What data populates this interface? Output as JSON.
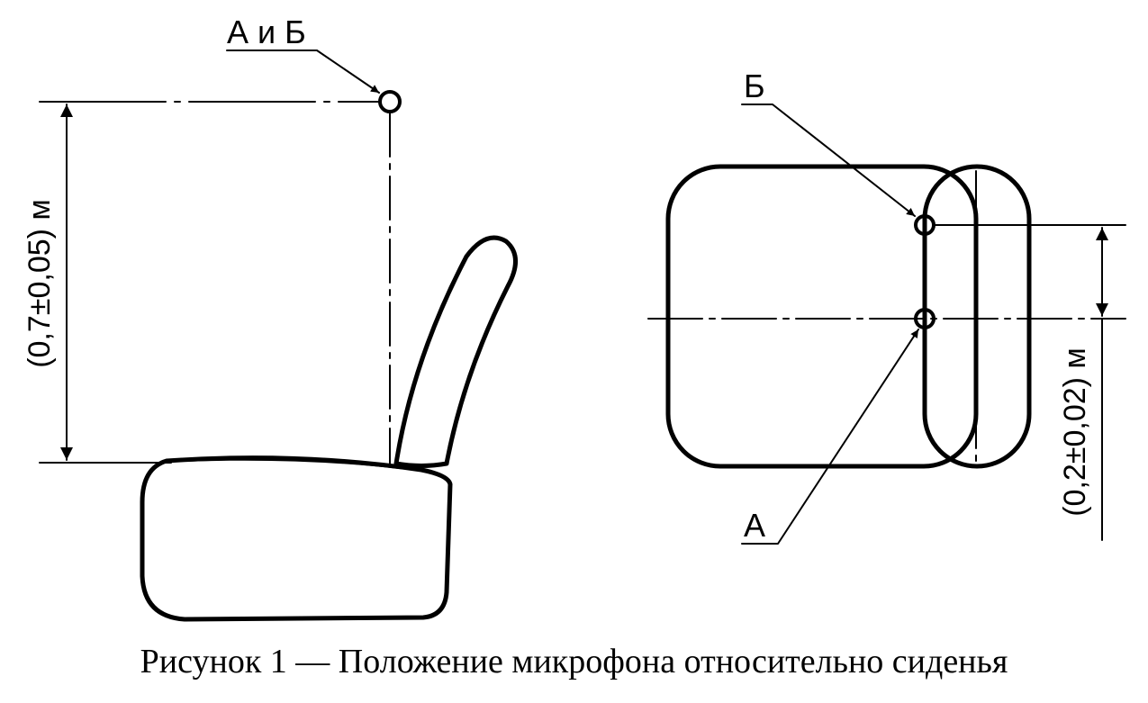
{
  "side_view": {
    "label_ab": "А и Б",
    "height_dim": "(0,7±0,05) м"
  },
  "top_view": {
    "label_b": "Б",
    "label_a": "А",
    "spacing_dim": "(0,2±0,02) м"
  },
  "caption": "Рисунок 1 — Положение микрофона относительно сиденья",
  "colors": {
    "ink": "#000000",
    "background": "#ffffff"
  }
}
